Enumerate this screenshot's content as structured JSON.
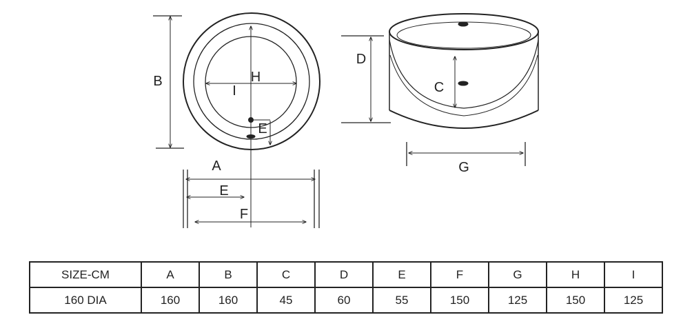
{
  "diagram": {
    "top_view_labels": {
      "b": "B",
      "h": "H",
      "i": "I",
      "e_drain": "E",
      "a": "A",
      "e": "E",
      "f": "F"
    },
    "side_view_labels": {
      "d": "D",
      "c": "C",
      "g": "G"
    }
  },
  "table": {
    "headers": [
      "SIZE-CM",
      "A",
      "B",
      "C",
      "D",
      "E",
      "F",
      "G",
      "H",
      "I"
    ],
    "rows": [
      [
        "160 DIA",
        "160",
        "160",
        "45",
        "60",
        "55",
        "150",
        "125",
        "150",
        "125"
      ]
    ]
  },
  "colors": {
    "line": "#222222"
  }
}
